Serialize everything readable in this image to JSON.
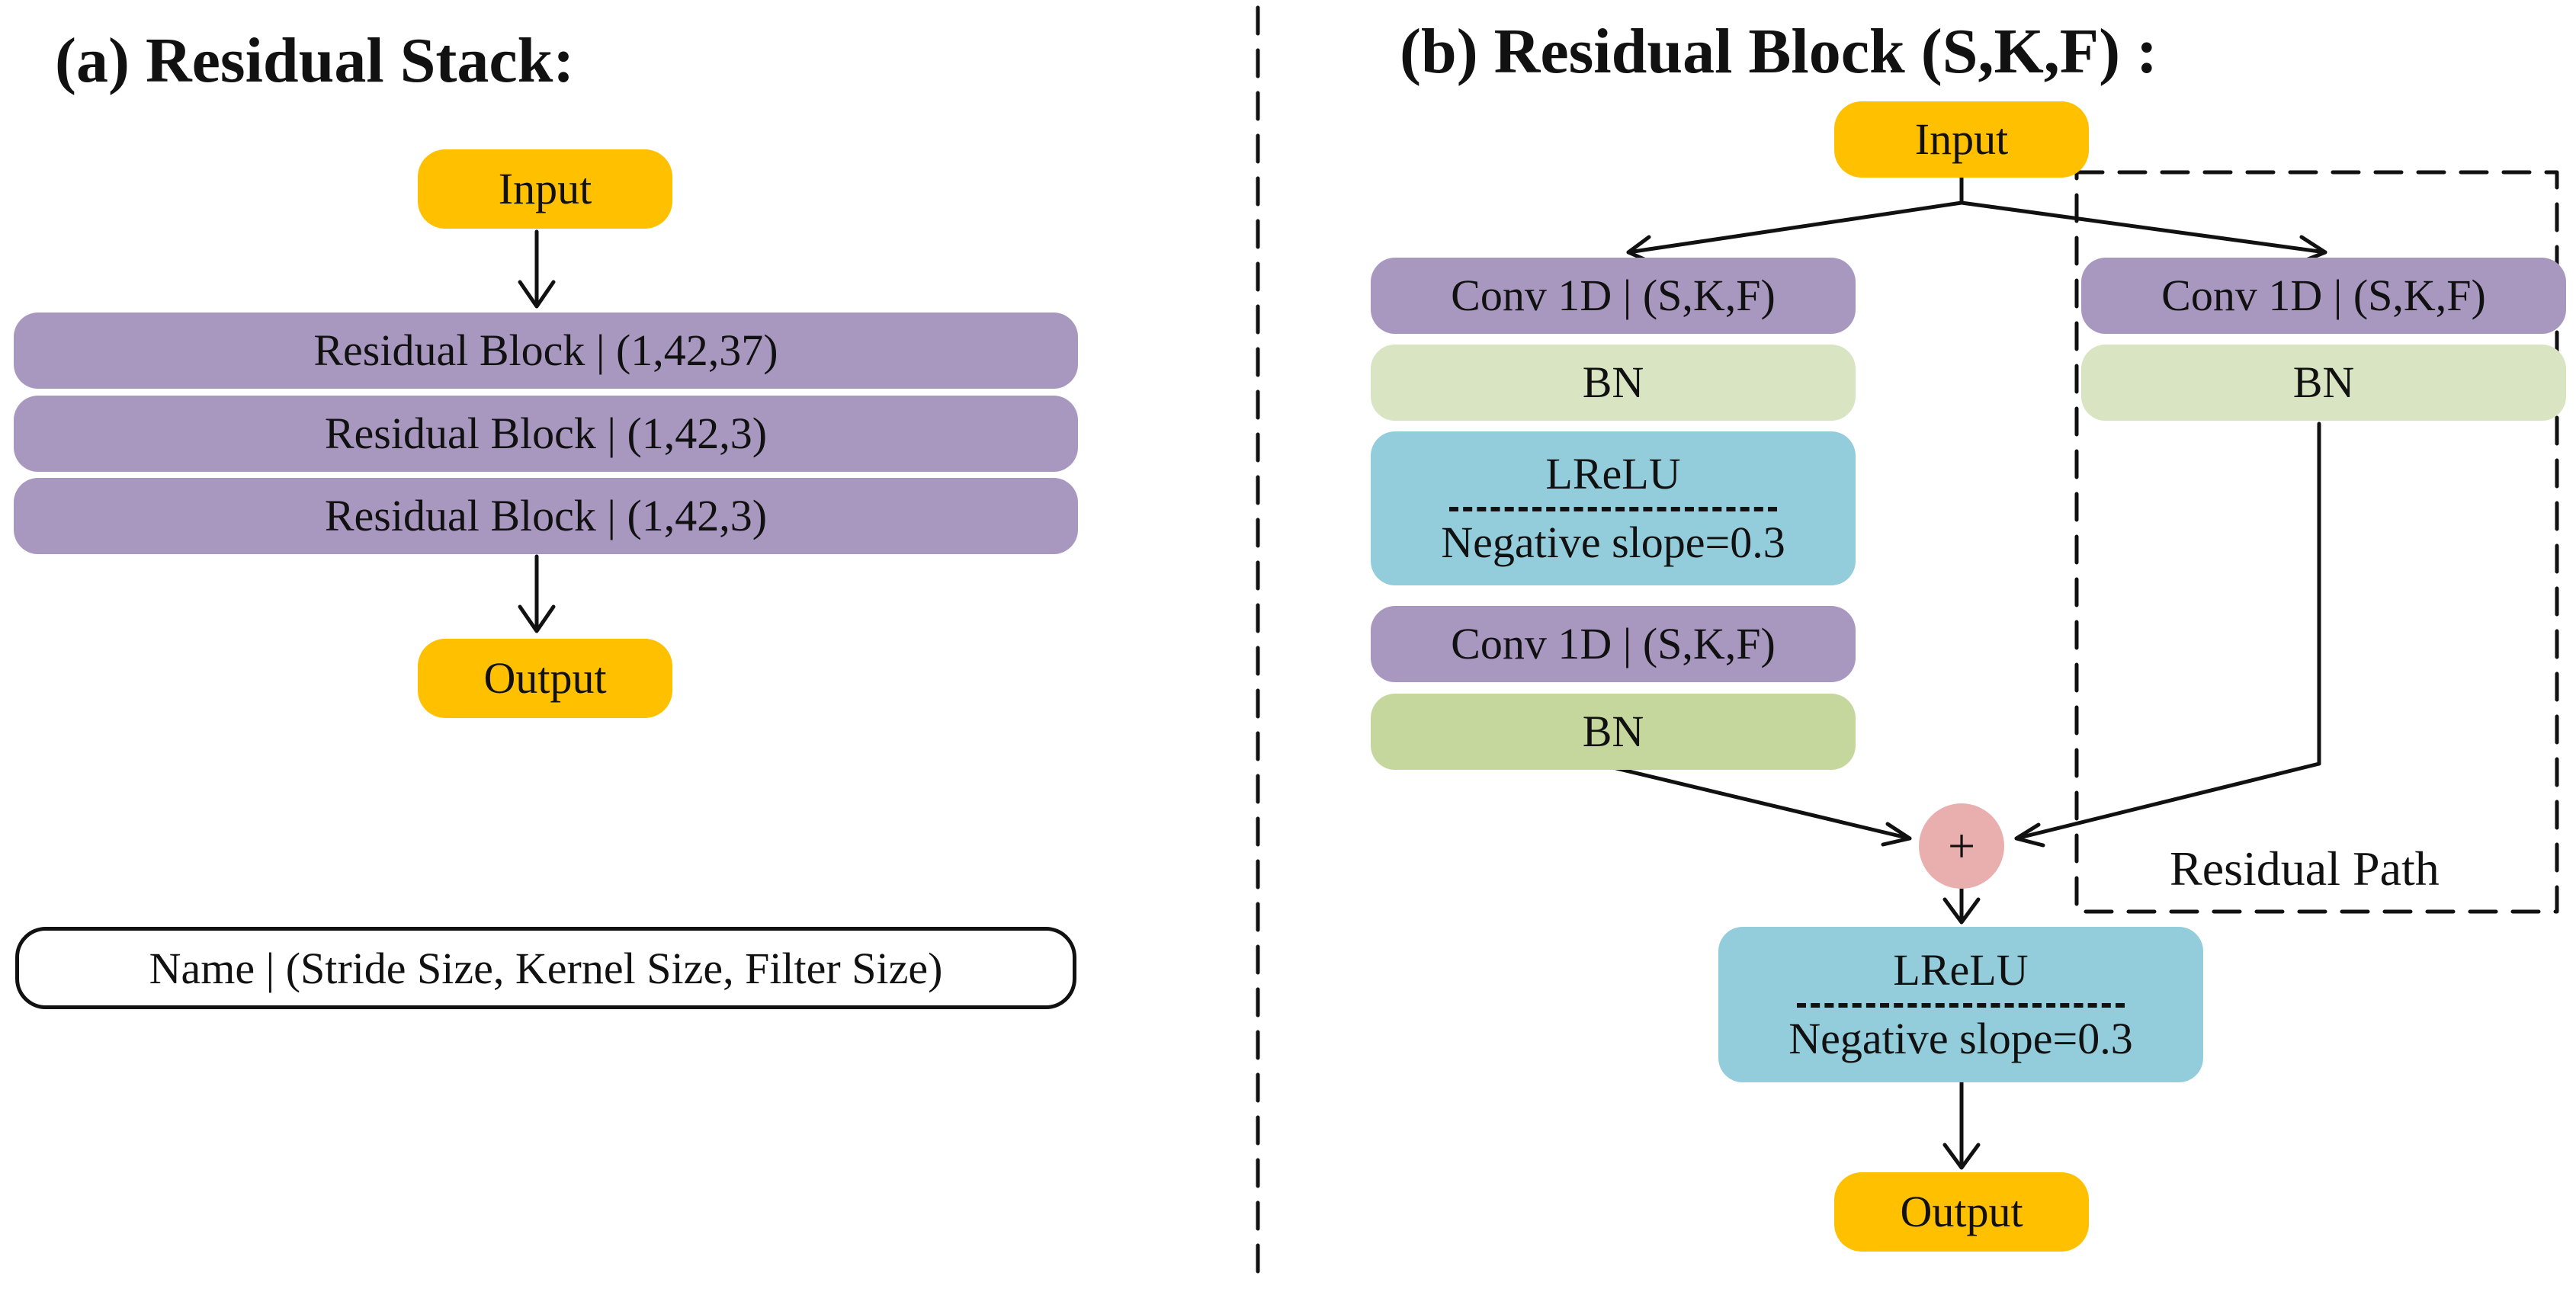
{
  "panel_a": {
    "title": "(a) Residual Stack:",
    "input": "Input",
    "blocks": [
      "Residual Block | (1,42,37)",
      "Residual Block | (1,42,3)",
      "Residual Block | (1,42,3)"
    ],
    "output": "Output",
    "legend": "Name | (Stride Size, Kernel Size, Filter Size)"
  },
  "panel_b": {
    "title": "(b) Residual Block (S,K,F) :",
    "input": "Input",
    "main_path": {
      "conv1": "Conv 1D | (S,K,F)",
      "bn1": "BN",
      "lrelu_name": "LReLU",
      "lrelu_param": "Negative slope=0.3",
      "conv2": "Conv 1D | (S,K,F)",
      "bn2": "BN"
    },
    "residual_path": {
      "conv": "Conv 1D | (S,K,F)",
      "bn": "BN",
      "label": "Residual Path"
    },
    "add_symbol": "+",
    "final_lrelu_name": "LReLU",
    "final_lrelu_param": "Negative slope=0.3",
    "output": "Output"
  },
  "colors": {
    "io": "#FFC000",
    "conv": "#A898C0",
    "bn": "#D8E4C2",
    "bn_dark": "#C6D79E",
    "lrelu": "#93CDDB",
    "add": "#E9AFAF"
  }
}
